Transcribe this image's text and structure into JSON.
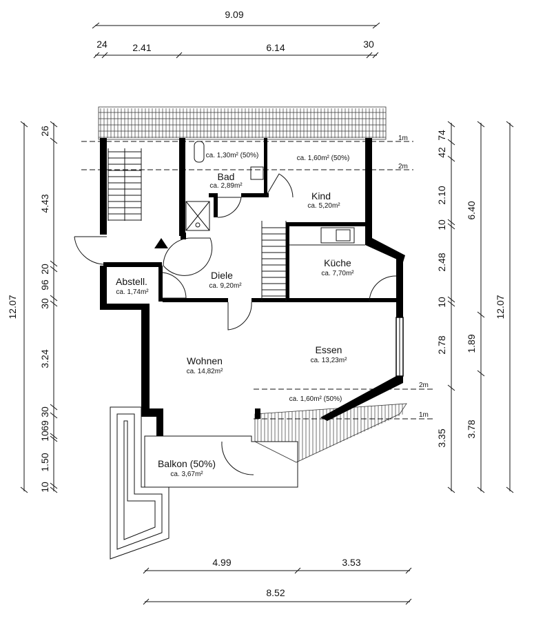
{
  "dimensions": {
    "top_total": "9.09",
    "top_segments": [
      "24",
      "2.41",
      "6.14",
      "30"
    ],
    "bottom_segments": [
      "4.99",
      "3.53"
    ],
    "bottom_total": "8.52",
    "left_total": "12.07",
    "left_segments": [
      "26",
      "4.43",
      "20",
      "96",
      "30",
      "3.24",
      "30",
      "69",
      "10",
      "1.50",
      "10"
    ],
    "right_segments": [
      "74",
      "42",
      "2.10",
      "10",
      "2.48",
      "10",
      "2.78",
      "3.35"
    ],
    "right_mid": [
      "6.40",
      "1.89",
      "3.78"
    ],
    "right_total": "12.07"
  },
  "height_markers": {
    "one_m": "1m",
    "two_m": "2m"
  },
  "rooms": [
    {
      "name": "",
      "area": "ca. 1,30m² (50%)"
    },
    {
      "name": "",
      "area": "ca. 1,60m² (50%)"
    },
    {
      "name": "Bad",
      "area": "ca. 2,89m²"
    },
    {
      "name": "Kind",
      "area": "ca. 5,20m²"
    },
    {
      "name": "Küche",
      "area": "ca. 7,70m²"
    },
    {
      "name": "Abstell.",
      "area": "ca. 1,74m²"
    },
    {
      "name": "Diele",
      "area": "ca. 9,20m²"
    },
    {
      "name": "Essen",
      "area": "ca. 13,23m²"
    },
    {
      "name": "Wohnen",
      "area": "ca. 14,82m²"
    },
    {
      "name": "",
      "area": "ca. 1,60m² (50%)"
    },
    {
      "name": "Balkon (50%)",
      "area": "ca. 3,67m²"
    }
  ]
}
